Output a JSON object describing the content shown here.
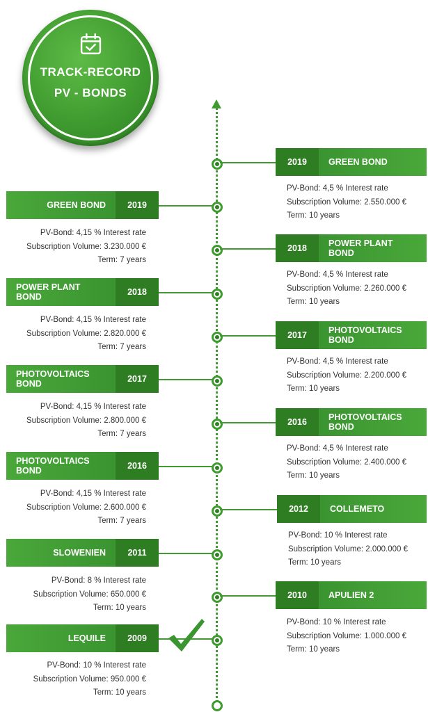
{
  "header": {
    "icon": "calendar-check-icon",
    "title_line1": "TRACK-RECORD",
    "title_line2": "PV - BONDS"
  },
  "colors": {
    "primary_green": "#3f9b2f",
    "dark_green": "#2e7d22",
    "text": "#333333"
  },
  "right_entries": [
    {
      "year": "2019",
      "name": "GREEN BOND",
      "rate": "PV-Bond: 4,5 % Interest rate",
      "volume": "Subscription Volume: 2.550.000 €",
      "term": "Term: 10 years"
    },
    {
      "year": "2018",
      "name": "POWER PLANT BOND",
      "rate": "PV-Bond: 4,5 % Interest rate",
      "volume": "Subscription Volume: 2.260.000 €",
      "term": "Term: 10 years"
    },
    {
      "year": "2017",
      "name": "PHOTOVOLTAICS BOND",
      "rate": "PV-Bond: 4,5 % Interest rate",
      "volume": "Subscription Volume: 2.200.000 €",
      "term": "Term: 10 years"
    },
    {
      "year": "2016",
      "name": "PHOTOVOLTAICS BOND",
      "rate": "PV-Bond: 4,5 % Interest rate",
      "volume": "Subscription Volume: 2.400.000 €",
      "term": "Term: 10 years"
    },
    {
      "year": "2012",
      "name": "COLLEMETO",
      "rate": "PV-Bond: 10 % Interest rate",
      "volume": "Subscription Volume: 2.000.000 €",
      "term": "Term: 10 years"
    },
    {
      "year": "2010",
      "name": "APULIEN 2",
      "rate": "PV-Bond: 10 % Interest rate",
      "volume": "Subscription Volume: 1.000.000 €",
      "term": "Term: 10 years"
    }
  ],
  "left_entries": [
    {
      "year": "2019",
      "name": "GREEN BOND",
      "rate": "PV-Bond: 4,15 % Interest rate",
      "volume": "Subscription Volume: 3.230.000 €",
      "term": "Term: 7 years"
    },
    {
      "year": "2018",
      "name": "POWER PLANT BOND",
      "rate": "PV-Bond: 4,15 % Interest rate",
      "volume": "Subscription Volume: 2.820.000 €",
      "term": "Term: 7 years"
    },
    {
      "year": "2017",
      "name": "PHOTOVOLTAICS BOND",
      "rate": "PV-Bond: 4,15 % Interest rate",
      "volume": "Subscription Volume: 2.800.000 €",
      "term": "Term: 7 years"
    },
    {
      "year": "2016",
      "name": "PHOTOVOLTAICS BOND",
      "rate": "PV-Bond: 4,15 % Interest rate",
      "volume": "Subscription Volume: 2.600.000 €",
      "term": "Term: 7 years"
    },
    {
      "year": "2011",
      "name": "SLOWENIEN",
      "rate": "PV-Bond: 8 % Interest rate",
      "volume": "Subscription Volume: 650.000 €",
      "term": "Term: 10 years"
    },
    {
      "year": "2009",
      "name": "LEQUILE",
      "rate": "PV-Bond: 10 % Interest rate",
      "volume": "Subscription Volume: 950.000 €",
      "term": "Term: 10 years"
    }
  ],
  "checkmark": "checkmark-icon"
}
